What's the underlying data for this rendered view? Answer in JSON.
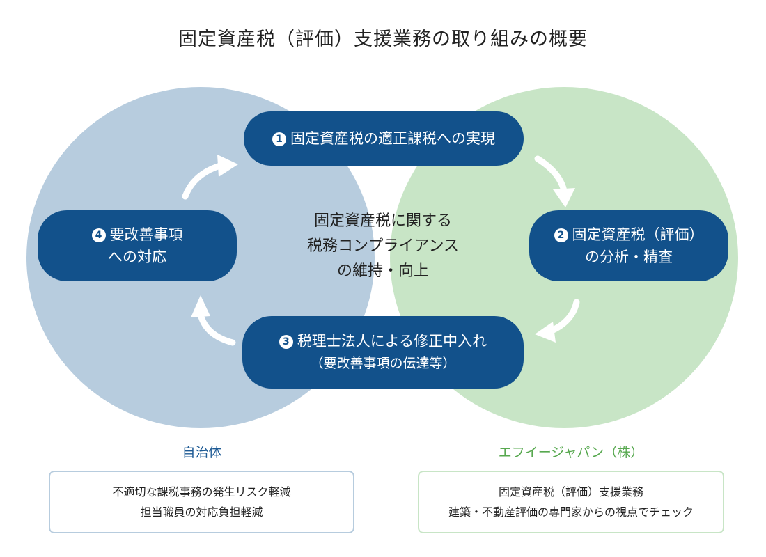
{
  "title": "固定資産税（評価）支援業務の取り組みの概要",
  "center": {
    "line1": "固定資産税に関する",
    "line2": "税務コンプライアンス",
    "line3": "の維持・向上"
  },
  "steps": [
    {
      "number": "1",
      "lines": [
        "固定資産税の適正課税への実現"
      ]
    },
    {
      "number": "2",
      "lines": [
        "固定資産税（評価）",
        "の分析・精査"
      ]
    },
    {
      "number": "3",
      "lines": [
        "税理士法人による修正中入れ",
        "（要改善事項の伝達等）"
      ]
    },
    {
      "number": "4",
      "lines": [
        "要改善事項",
        "への対応"
      ]
    }
  ],
  "parties": {
    "left": {
      "name": "自治体",
      "color": "#1d5a94",
      "items": [
        "不適切な課税事務の発生リスク軽減",
        "担当職員の対応負担軽減"
      ]
    },
    "right": {
      "name": "エフイージャパン（株）",
      "color": "#57a84f",
      "items": [
        "固定資産税（評価）支援業務",
        "建築・不動産評価の専門家からの視点でチェック"
      ]
    }
  },
  "colors": {
    "pill": "#12518b",
    "circle_left": "#b7ccde",
    "circle_right": "#c8e5c6",
    "arrow": "#ffffff"
  }
}
